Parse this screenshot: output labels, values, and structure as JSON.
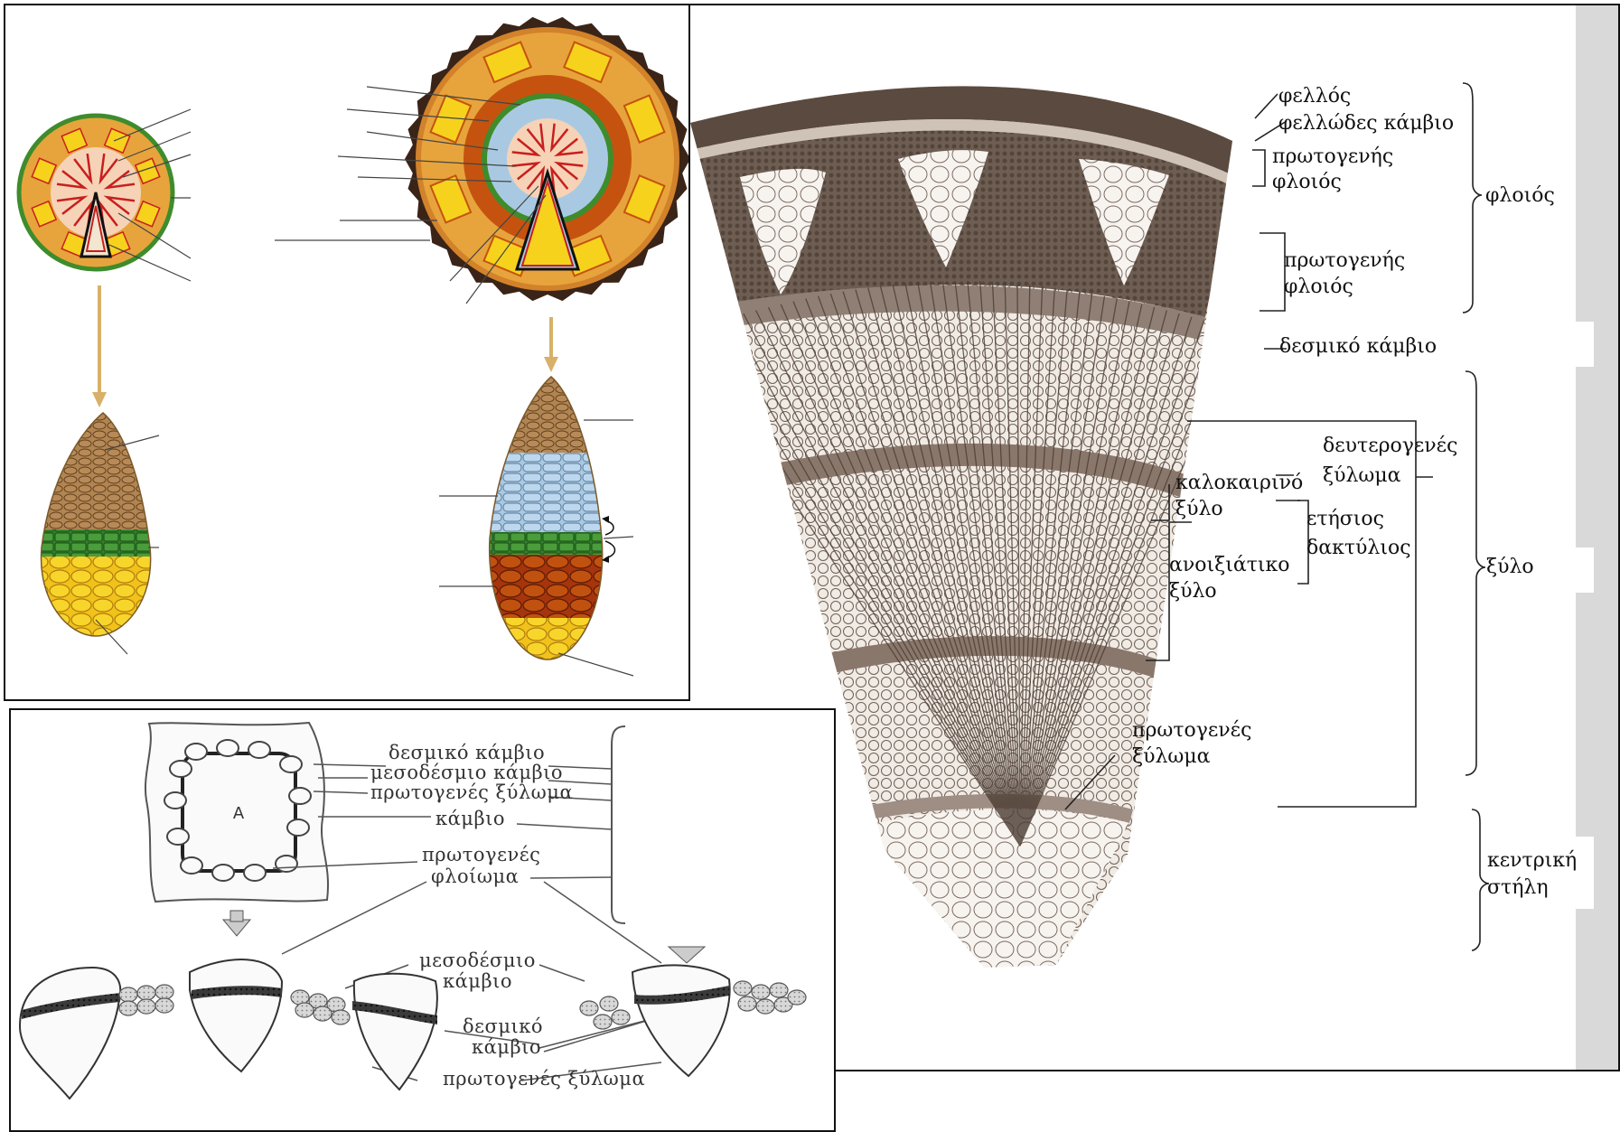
{
  "colors": {
    "cortex": "#e7a43c",
    "pith": "#f6d3b6",
    "xylem_primary": "#c81f1f",
    "cambium_green": "#3e8c2c",
    "phloem_blue": "#a9c9e3",
    "secondary_xylem": "#c5530f",
    "bark_dark": "#3a2418",
    "cells_yellow": "#f6d21d",
    "cells_tan": "#a57a45",
    "section_dark": "#5b4a3f",
    "section_light": "#e6ded6"
  },
  "section": {
    "labels": {
      "phellem": "φελλός",
      "phellogen": "φελλώδες κάμβιο",
      "primary_cortex_1a": "πρωτογενής",
      "primary_cortex_1b": "φλοιός",
      "primary_cortex_2a": "πρωτογενής",
      "primary_cortex_2b": "φλοιός",
      "fascicular_cambium": "δεσμικό κάμβιο",
      "secondary_xylem_a": "δευτερογενές",
      "secondary_xylem_b": "ξύλωμα",
      "summer_wood_a": "καλοκαιρινό",
      "summer_wood_b": "ξύλο",
      "annual_ring_a": "ετήσιος",
      "annual_ring_b": "δακτύλιος",
      "spring_wood_a": "ανοιξιάτικο",
      "spring_wood_b": "ξύλο",
      "primary_xylem_a": "πρωτογενές",
      "primary_xylem_b": "ξύλωμα",
      "bark_group": "φλοιός",
      "wood_group": "ξύλο",
      "pith_group_a": "κεντρική",
      "pith_group_b": "στήλη"
    }
  },
  "bw": {
    "labels": {
      "fascicular_cambium": "δεσμικό κάμβιο",
      "interfascicular_cambium": "μεσοδέσμιο κάμβιο",
      "primary_xylem": "πρωτογενές ξύλωμα",
      "cambium": "κάμβιο",
      "primary_phloem_a": "πρωτογενές",
      "primary_phloem_b": "φλοίωμα",
      "interfascicular_cambium_2a": "μεσοδέσμιο",
      "interfascicular_cambium_2b": "κάμβιο",
      "fascicular_cambium_2a": "δεσμικό",
      "fascicular_cambium_2b": "κάμβιο",
      "primary_xylem_2": "πρωτογενές ξύλωμα",
      "pith_letter": "A"
    }
  }
}
